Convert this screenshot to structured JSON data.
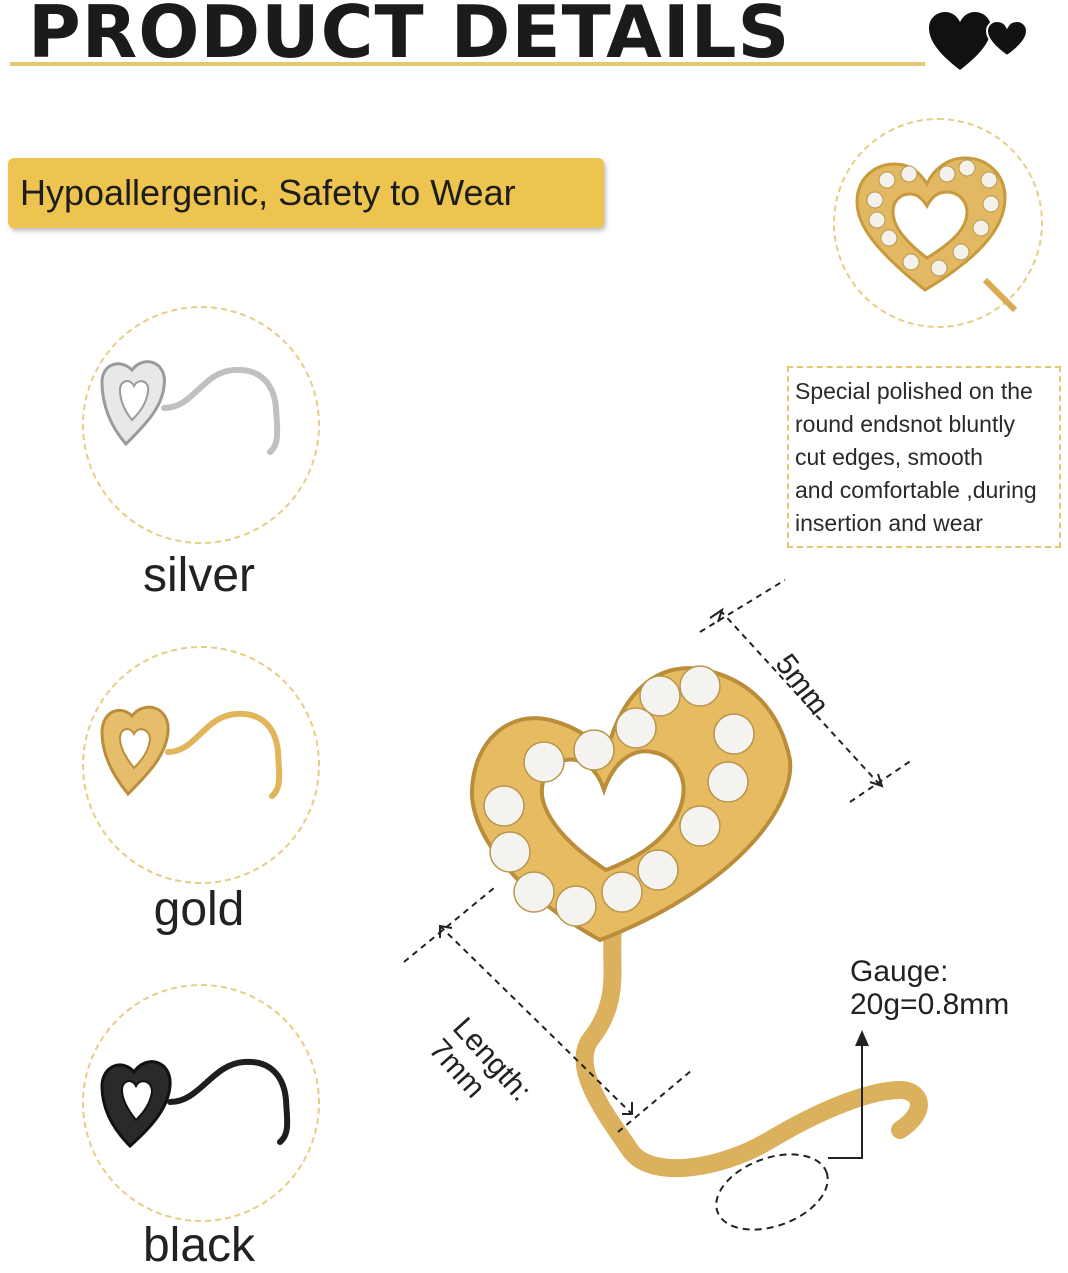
{
  "header": {
    "title": "PRODUCT DETAILS",
    "icon": "hearts-icon",
    "accent_color": "#e3c86f"
  },
  "badge": {
    "text": "Hypoallergenic, Safety to Wear",
    "color": "#ecc44f"
  },
  "variants": [
    {
      "label": "silver",
      "color": "#c9c9c9"
    },
    {
      "label": "gold",
      "color": "#e1b65a"
    },
    {
      "label": "black",
      "color": "#1e1e1e"
    }
  ],
  "note": {
    "lines": [
      "Special polished on the",
      "round endsnot bluntly",
      "cut edges, smooth",
      "and comfortable ,during",
      "insertion and wear"
    ]
  },
  "dimensions": {
    "width": "5mm",
    "length_label": "Length:",
    "length_value": "7mm",
    "gauge_label": "Gauge:",
    "gauge_value": "20g=0.8mm"
  }
}
